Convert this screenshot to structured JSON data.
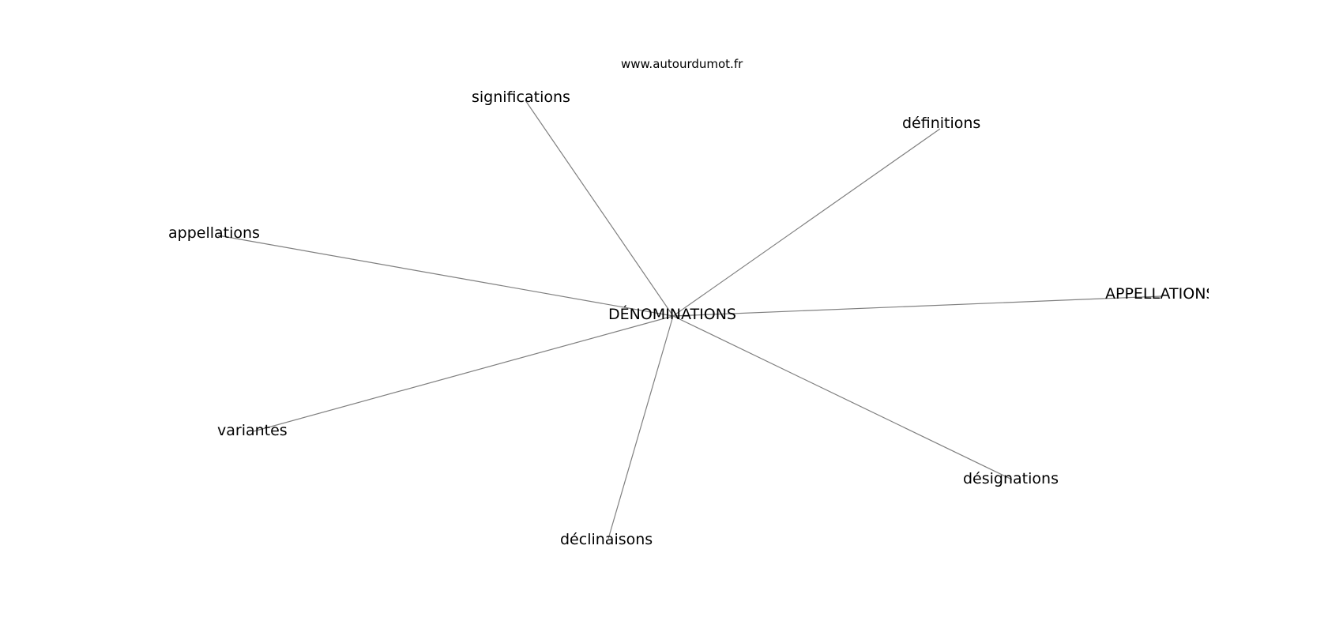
{
  "watermark": "www.autourdumot.fr",
  "center": {
    "label": "DÉNOMINATIONS"
  },
  "nodes": [
    {
      "id": "significations",
      "label": "significations"
    },
    {
      "id": "definitions",
      "label": "définitions"
    },
    {
      "id": "appellations",
      "label": "appellations"
    },
    {
      "id": "appellations-upper",
      "label": "APPELLATIONS"
    },
    {
      "id": "variantes",
      "label": "variantes"
    },
    {
      "id": "designations",
      "label": "désignations"
    },
    {
      "id": "declinaisons",
      "label": "déclinaisons"
    }
  ],
  "colors": {
    "edge": "#7f7f7f",
    "text": "#000000",
    "background": "#ffffff"
  }
}
